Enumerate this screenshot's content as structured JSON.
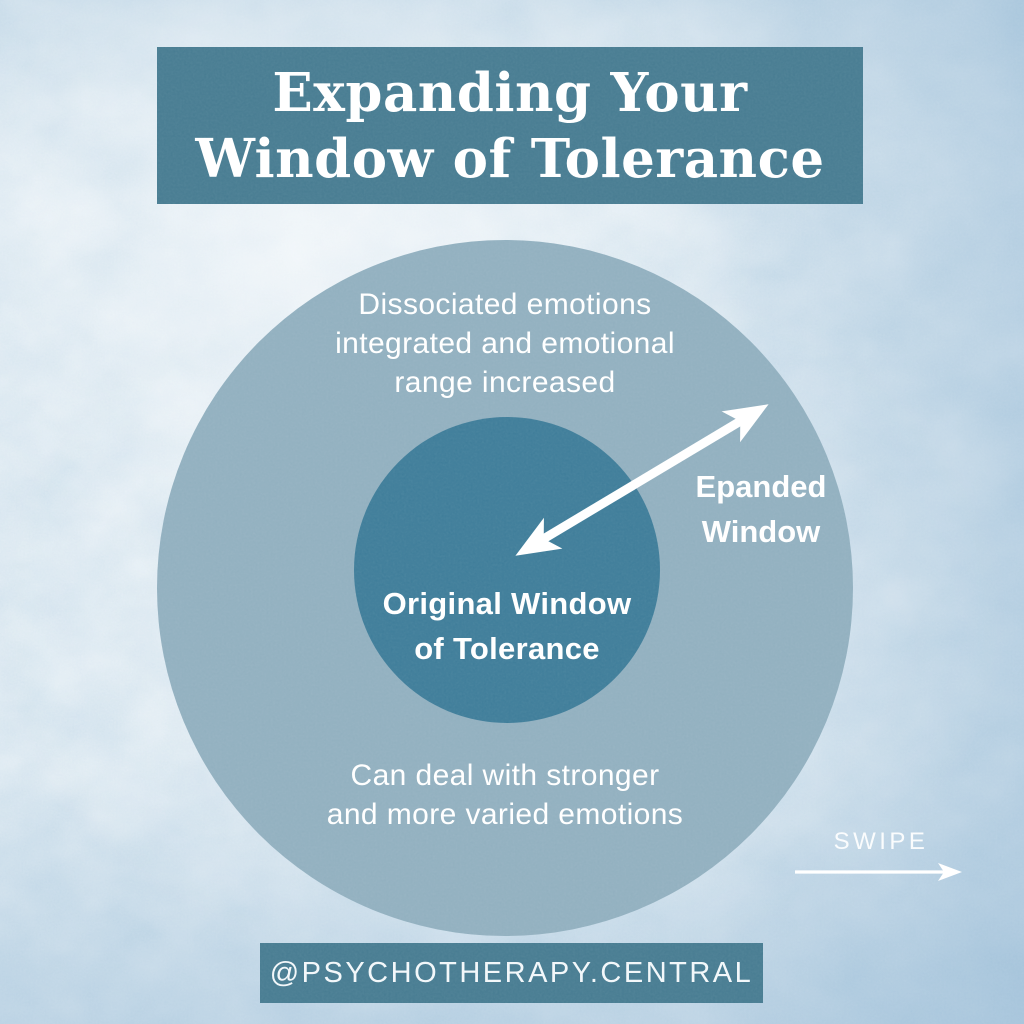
{
  "colors": {
    "background": "#c3d9e6",
    "banner_teal": "#43798f",
    "outer_circle": "#8faebe",
    "inner_circle": "#3a7a97",
    "text": "#ffffff"
  },
  "header": {
    "title_lines": [
      "Expanding Your",
      "Window of Tolerance"
    ]
  },
  "diagram": {
    "top_caption_lines": [
      "Dissociated emotions",
      "integrated and emotional",
      "range increased"
    ],
    "inner_label_lines": [
      "Original Window",
      "of Tolerance"
    ],
    "expand_label_lines": [
      "Epanded",
      "Window"
    ],
    "bottom_caption_lines": [
      "Can deal with stronger",
      "and more varied emotions"
    ]
  },
  "swipe": {
    "label": "SWIPE"
  },
  "footer": {
    "handle": "@PSYCHOTHERAPY.CENTRAL"
  }
}
